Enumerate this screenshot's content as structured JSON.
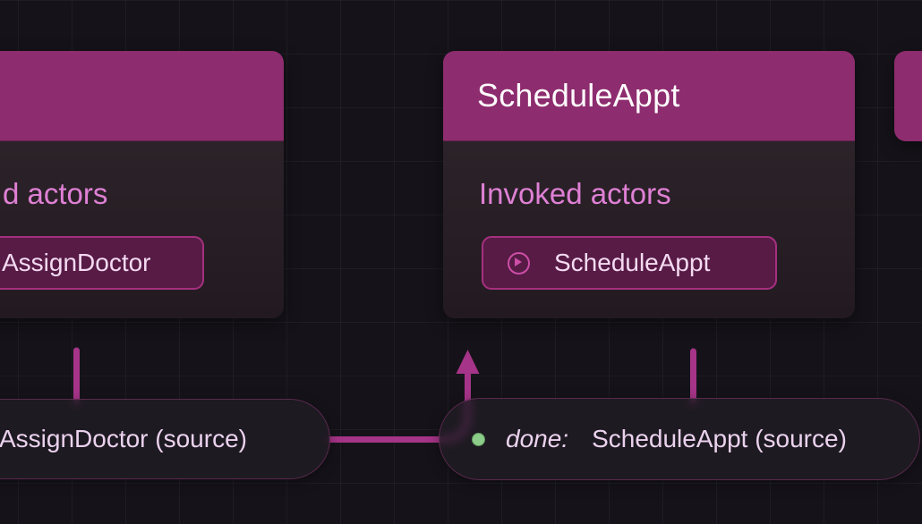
{
  "editor": {
    "left_card": {
      "invoked_label": "d actors",
      "actor_button": "AssignDoctor"
    },
    "schedule_card": {
      "title": "ScheduleAppt",
      "invoked_label": "Invoked actors",
      "actor_button": "ScheduleAppt"
    },
    "transitions": {
      "left_pill": {
        "text": "AssignDoctor (source)"
      },
      "done_pill": {
        "event": "done:",
        "target": "ScheduleAppt (source)"
      }
    },
    "colors": {
      "node_header": "#8d2c6e",
      "node_body": "#2c2229",
      "accent_pink_label": "#df80d5",
      "edge_magenta": "#a63488",
      "edge_orange": "#a06a1d",
      "status_green": "#8ccd89",
      "background": "#151319"
    }
  }
}
